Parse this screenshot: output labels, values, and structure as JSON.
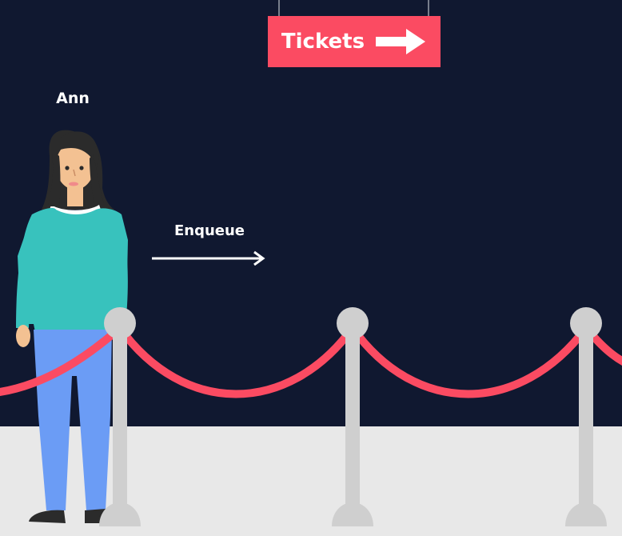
{
  "sign": {
    "label": "Tickets",
    "icon": "arrow-right-icon"
  },
  "person": {
    "name": "Ann"
  },
  "action": {
    "label": "Enqueue",
    "icon": "arrow-right-icon"
  },
  "colors": {
    "background": "#101830",
    "floor": "#e8e8e8",
    "sign": "#fb4b62",
    "rope": "#fb4b62",
    "post": "#cfcfcf",
    "shirt": "#38c2bd",
    "pants": "#6b9cf5",
    "hair": "#2b2b2b",
    "skin": "#f3c192"
  }
}
